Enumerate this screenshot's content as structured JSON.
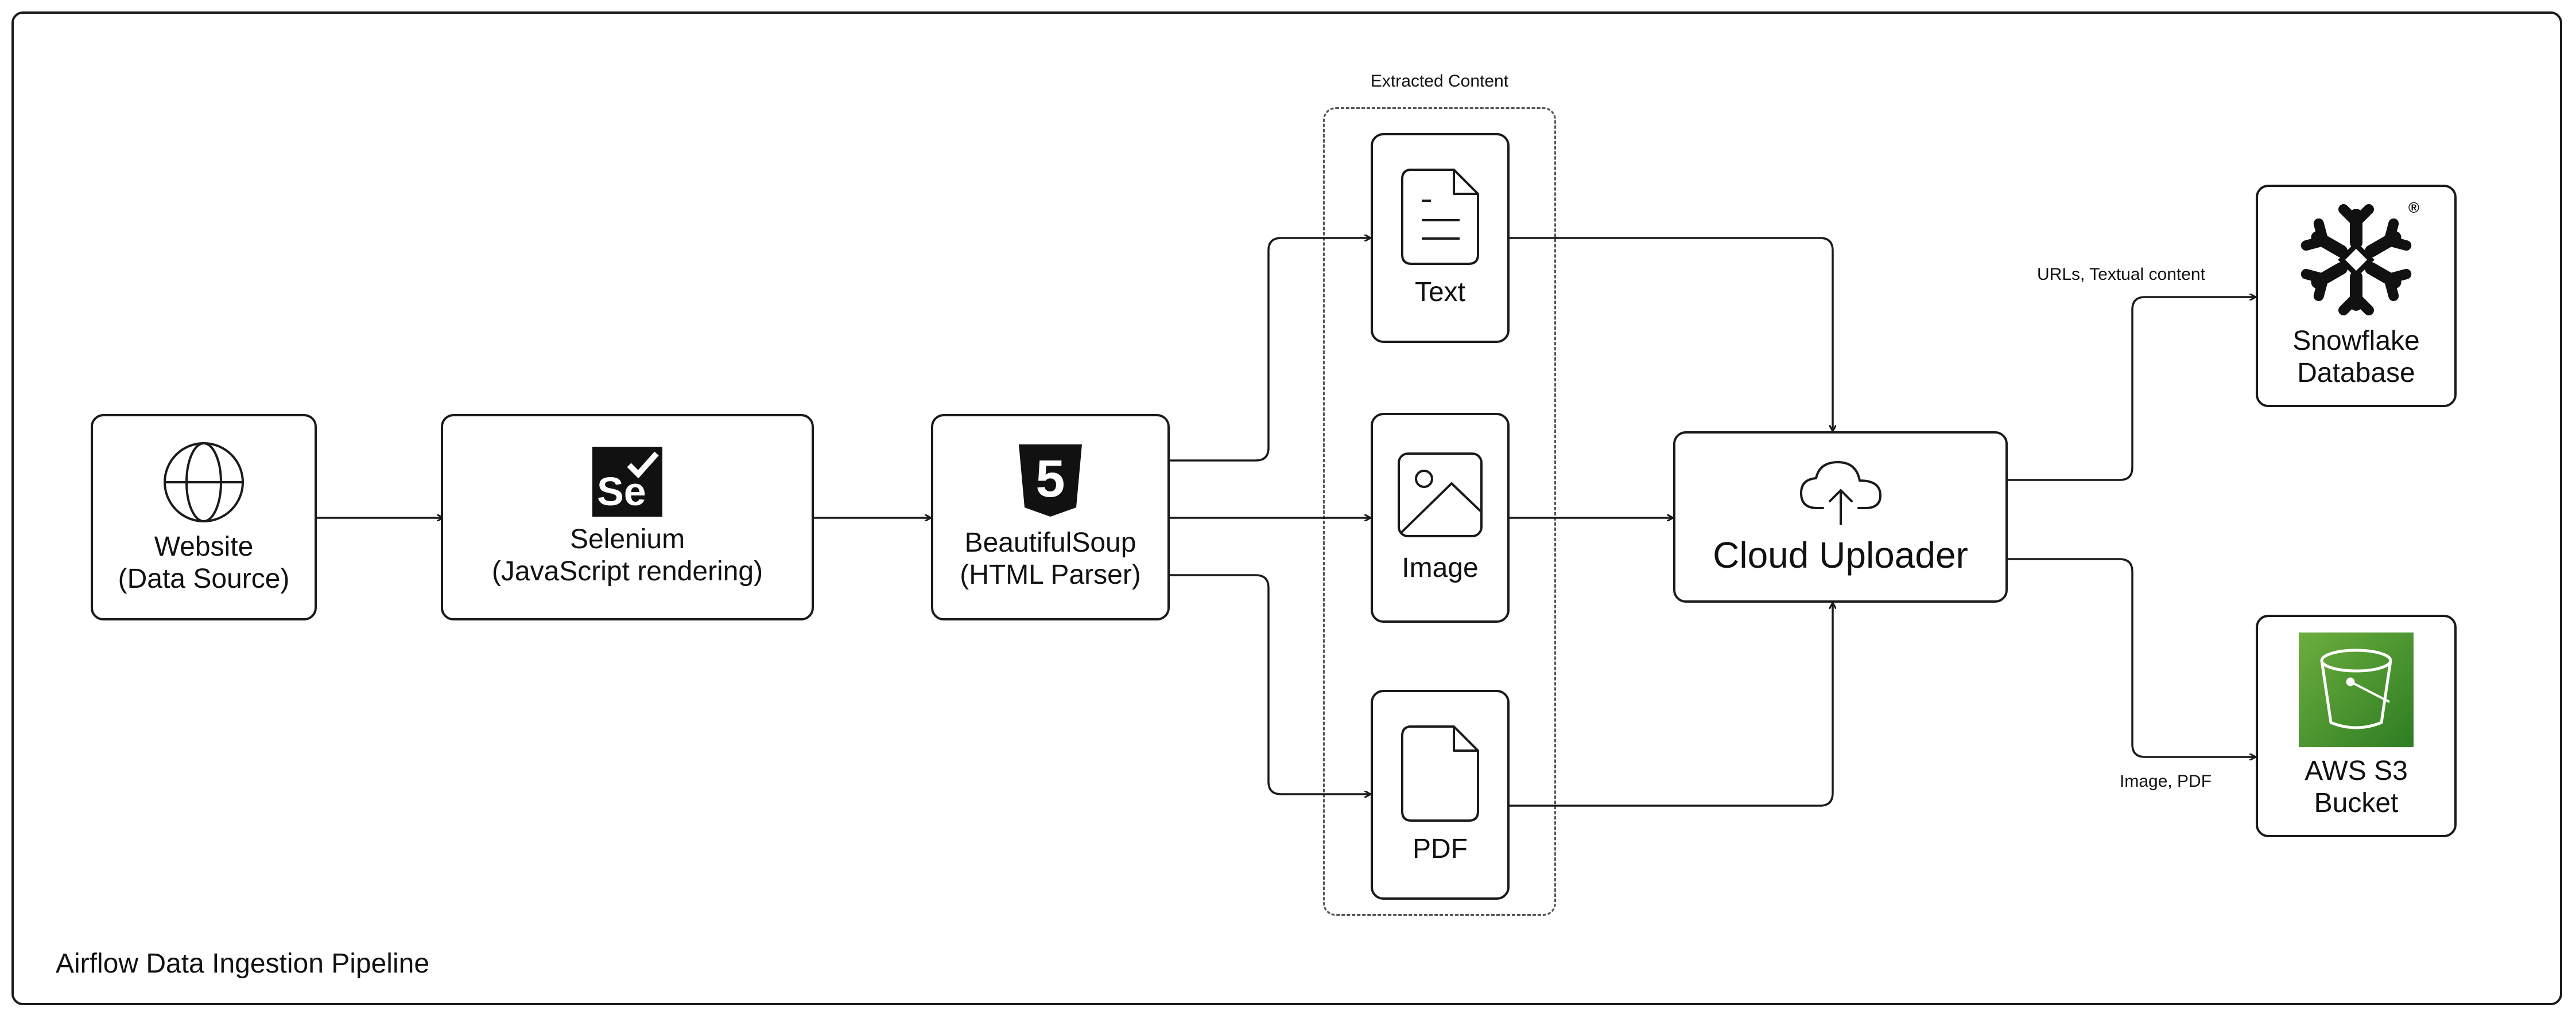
{
  "diagram_title": "Airflow Data Ingestion Pipeline",
  "group": {
    "label": "Extracted Content"
  },
  "nodes": {
    "website": {
      "label": "Website\n(Data Source)",
      "icon": "globe-icon"
    },
    "selenium": {
      "label": "Selenium\n(JavaScript rendering)",
      "icon": "selenium-logo",
      "logo_text": "Se"
    },
    "beautifulsoup": {
      "label": "BeautifulSoup\n(HTML Parser)",
      "icon": "html5-logo",
      "logo_text": "5"
    },
    "text": {
      "label": "Text",
      "icon": "document-icon"
    },
    "image": {
      "label": "Image",
      "icon": "image-icon"
    },
    "pdf": {
      "label": "PDF",
      "icon": "file-icon"
    },
    "uploader": {
      "label": "Cloud Uploader",
      "icon": "cloud-upload-icon"
    },
    "snowflake": {
      "label": "Snowflake\nDatabase",
      "icon": "snowflake-logo",
      "logo_mark": "®"
    },
    "s3": {
      "label": "AWS S3\nBucket",
      "icon": "s3-bucket-logo",
      "accent": "#3f8f2a"
    }
  },
  "edges": {
    "to_snowflake": "URLs, Textual content",
    "to_s3": "Image, PDF"
  }
}
